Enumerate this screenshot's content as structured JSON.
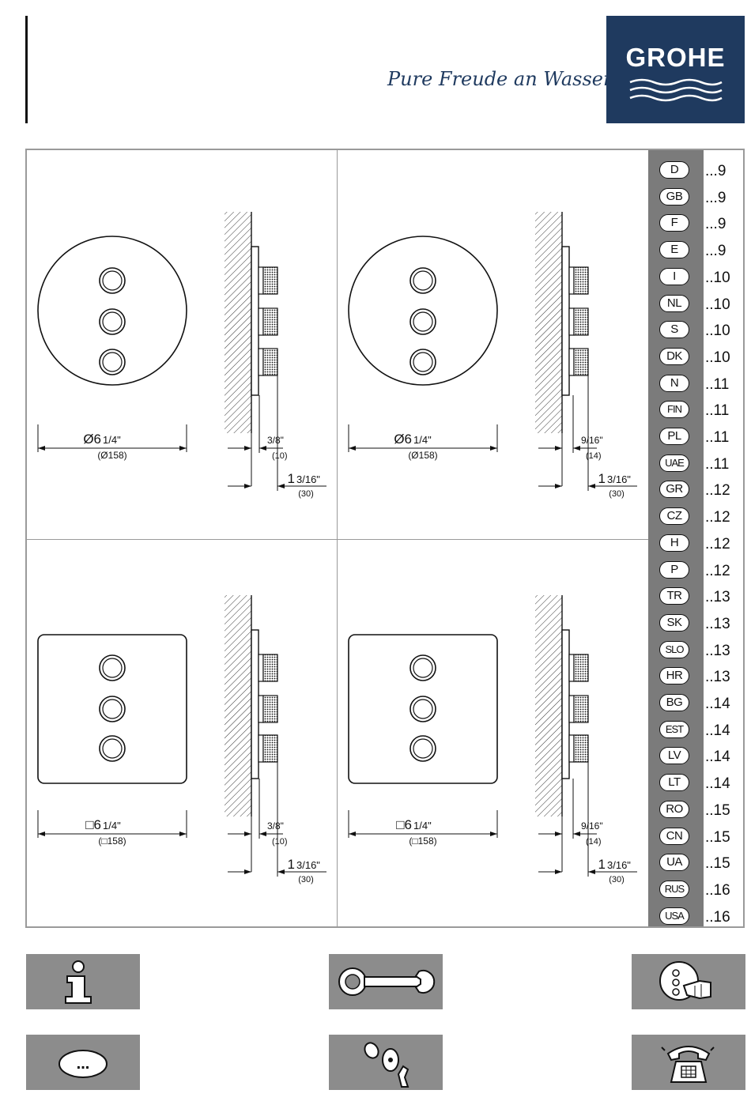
{
  "header": {
    "tagline": "Pure Freude an Wasser",
    "brand": "GROHE"
  },
  "panels": [
    {
      "shape": "round",
      "plate_label": "Ø6",
      "plate_frac": "1/4\"",
      "plate_mm": "(Ø158)",
      "depth_frac": "3/8\"",
      "depth_mm": "(10)",
      "proj_whole": "1",
      "proj_frac": "3/16\"",
      "proj_mm": "(30)"
    },
    {
      "shape": "round",
      "plate_label": "Ø6",
      "plate_frac": "1/4\"",
      "plate_mm": "(Ø158)",
      "depth_frac": "9/16\"",
      "depth_mm": "(14)",
      "proj_whole": "1",
      "proj_frac": "3/16\"",
      "proj_mm": "(30)"
    },
    {
      "shape": "square",
      "plate_label": "□6",
      "plate_frac": "1/4\"",
      "plate_mm": "(□158)",
      "depth_frac": "3/8\"",
      "depth_mm": "(10)",
      "proj_whole": "1",
      "proj_frac": "3/16\"",
      "proj_mm": "(30)"
    },
    {
      "shape": "square",
      "plate_label": "□6",
      "plate_frac": "1/4\"",
      "plate_mm": "(□158)",
      "depth_frac": "9/16\"",
      "depth_mm": "(14)",
      "proj_whole": "1",
      "proj_frac": "3/16\"",
      "proj_mm": "(30)"
    }
  ],
  "languages": [
    {
      "code": "D",
      "page": "...9"
    },
    {
      "code": "GB",
      "page": "...9"
    },
    {
      "code": "F",
      "page": "...9"
    },
    {
      "code": "E",
      "page": "...9"
    },
    {
      "code": "I",
      "page": "..10"
    },
    {
      "code": "NL",
      "page": "..10"
    },
    {
      "code": "S",
      "page": "..10"
    },
    {
      "code": "DK",
      "page": "..10"
    },
    {
      "code": "N",
      "page": "..11"
    },
    {
      "code": "FIN",
      "page": "..11"
    },
    {
      "code": "PL",
      "page": "..11"
    },
    {
      "code": "UAE",
      "page": "..11"
    },
    {
      "code": "GR",
      "page": "..12"
    },
    {
      "code": "CZ",
      "page": "..12"
    },
    {
      "code": "H",
      "page": "..12"
    },
    {
      "code": "P",
      "page": "..12"
    },
    {
      "code": "TR",
      "page": "..13"
    },
    {
      "code": "SK",
      "page": "..13"
    },
    {
      "code": "SLO",
      "page": "..13"
    },
    {
      "code": "HR",
      "page": "..13"
    },
    {
      "code": "BG",
      "page": "..14"
    },
    {
      "code": "EST",
      "page": "..14"
    },
    {
      "code": "LV",
      "page": "..14"
    },
    {
      "code": "LT",
      "page": "..14"
    },
    {
      "code": "RO",
      "page": "..15"
    },
    {
      "code": "CN",
      "page": "..15"
    },
    {
      "code": "UA",
      "page": "..15"
    },
    {
      "code": "RUS",
      "page": "..16"
    },
    {
      "code": "USA",
      "page": "..16"
    }
  ],
  "icons": {
    "info": "info-icon",
    "wrench": "wrench-icon",
    "install": "installation-icon",
    "more": "ellipsis-icon",
    "parts": "spare-parts-icon",
    "service": "service-phone-icon",
    "more_label": "...",
    "brand_color": "#1f3a5f",
    "panel_gray": "#8c8c8c"
  }
}
